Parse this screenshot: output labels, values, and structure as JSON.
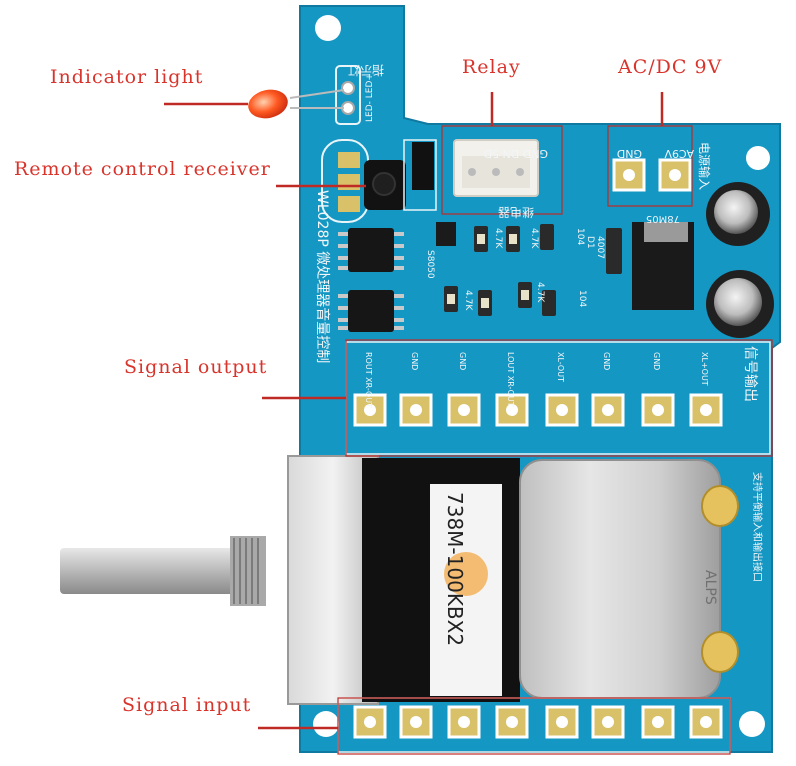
{
  "callouts": {
    "indicator_light": "Indicator light",
    "relay": "Relay",
    "power": "AC/DC 9V",
    "remote_receiver": "Remote control receiver",
    "signal_output": "Signal output",
    "signal_input": "Signal input"
  },
  "board": {
    "model": "WL028P 微处理器音量控制",
    "led_label": "指示灯",
    "led_pins": "LED- LED+",
    "relay_label": "继电器",
    "relay_pins": "GND DN 5D",
    "power_label": "电源输入",
    "power_pins": [
      "GND",
      "AC9V"
    ],
    "regulator": "78M05",
    "resistor_labels": [
      "4.7K",
      "4.7K",
      "4.7K",
      "4.7K",
      "104",
      "104",
      "4007",
      "D1"
    ],
    "transistor": "S8050",
    "output_label": "信号输出",
    "output_pins": [
      "ROUT XR-OUT",
      "GND",
      "GND",
      "LOUT XR-OUT",
      "XL-OUT",
      "GND",
      "GND",
      "XL+OUT"
    ],
    "side_text": "支持平衡输入和输出接口",
    "motor_brand": "ALPS"
  },
  "potentiometer": {
    "part_number": "738M-100KBX2"
  },
  "colors": {
    "pcb": "#1597c4",
    "callout_text": "#d8342c",
    "callout_line": "#c02a24"
  }
}
